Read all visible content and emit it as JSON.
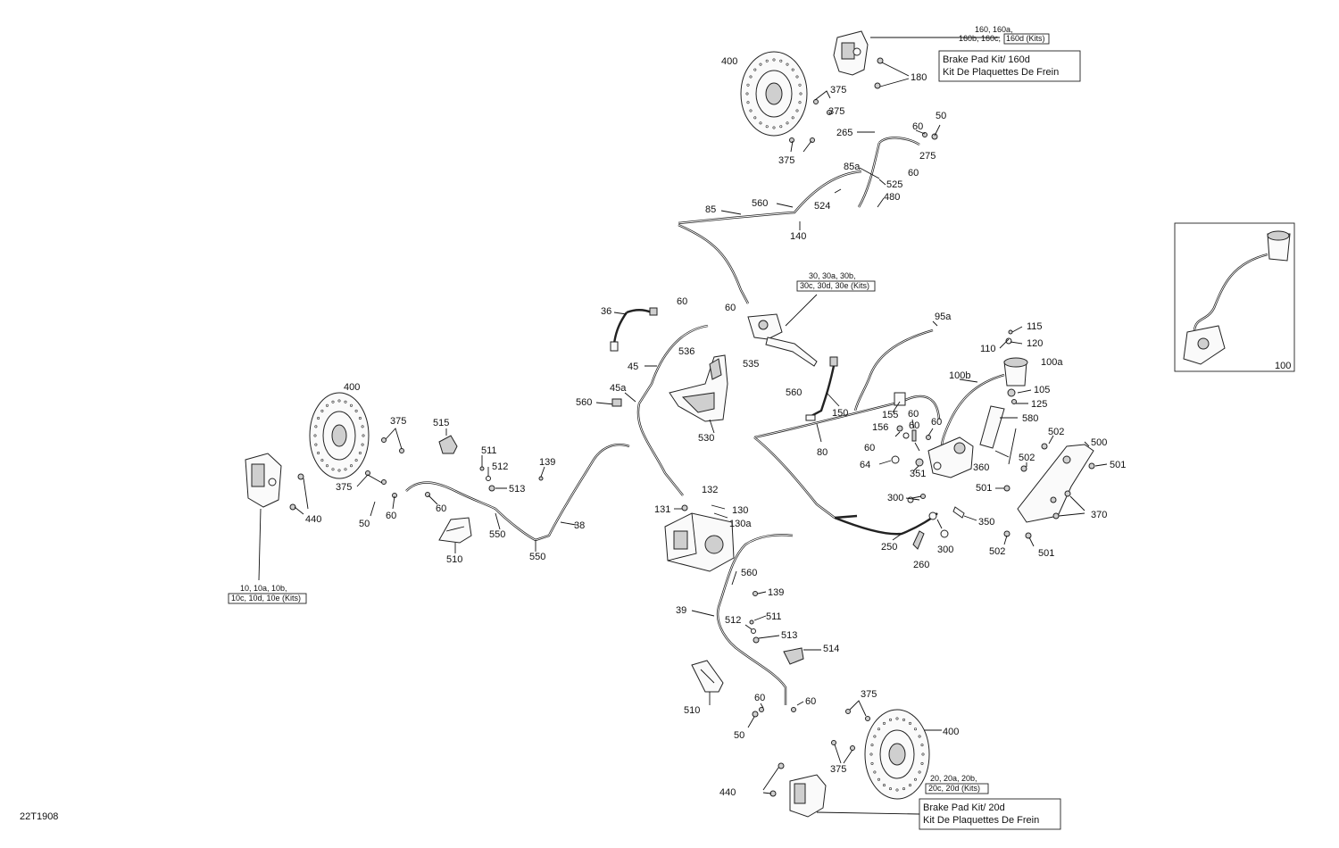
{
  "diagram_code": "22T1908",
  "callouts": {
    "kit_160": {
      "line1": "160, 160a,",
      "line2": "160b, 160c,",
      "line2_boxed": "160d (Kits)"
    },
    "brake_pad_kit_160d": {
      "line1": "Brake Pad Kit/ 160d",
      "line2": "Kit De Plaquettes De Frein"
    },
    "kit_30": {
      "line1": "30, 30a, 30b,",
      "line2_boxed": "30c, 30d, 30e (Kits)"
    },
    "kit_10": {
      "line1": "10, 10a, 10b,",
      "line2_boxed": "10c, 10d, 10e (Kits)"
    },
    "kit_20": {
      "line1": "20, 20a, 20b,",
      "line2_boxed": "20c, 20d (Kits)"
    },
    "brake_pad_kit_20d": {
      "line1": "Brake Pad Kit/ 20d",
      "line2": "Kit De Plaquettes De Frein"
    }
  },
  "part_labels": [
    "400",
    "375",
    "180",
    "375",
    "265",
    "60",
    "50",
    "275",
    "375",
    "85a",
    "60",
    "525",
    "524",
    "480",
    "85",
    "560",
    "140",
    "36",
    "60",
    "60",
    "45",
    "536",
    "535",
    "45a",
    "560",
    "530",
    "560",
    "150",
    "95a",
    "115",
    "110",
    "120",
    "100a",
    "100b",
    "105",
    "125",
    "155",
    "60",
    "60",
    "580",
    "156",
    "60",
    "60",
    "80",
    "64",
    "351",
    "502",
    "500",
    "360",
    "502",
    "501",
    "501",
    "300",
    "350",
    "370",
    "502",
    "501",
    "250",
    "300",
    "260",
    "400",
    "375",
    "515",
    "375",
    "511",
    "512",
    "513",
    "139",
    "50",
    "60",
    "60",
    "440",
    "550",
    "550",
    "510",
    "38",
    "132",
    "131",
    "130",
    "130a",
    "560",
    "139",
    "39",
    "512",
    "511",
    "513",
    "514",
    "510",
    "60",
    "60",
    "50",
    "375",
    "400",
    "375",
    "440",
    "100"
  ]
}
